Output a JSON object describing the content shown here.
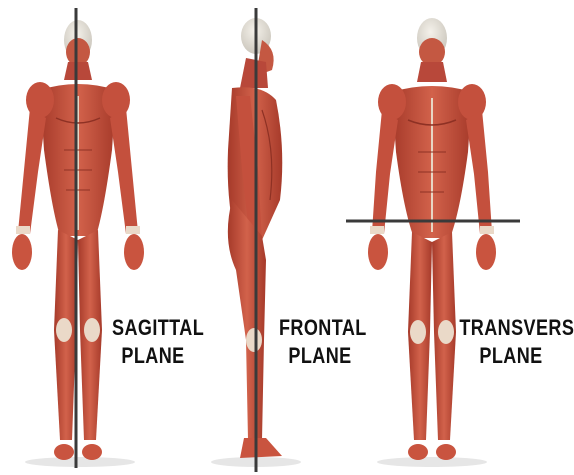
{
  "labels": {
    "sagittal": {
      "line1": "SAGITTAL",
      "line2": "PLANE"
    },
    "frontal": {
      "line1": "FRONTAL",
      "line2": "PLANE"
    },
    "transverse": {
      "line1": "TRANSVERSE",
      "line2": "PLANE"
    }
  },
  "colors": {
    "muscle": "#c9543f",
    "muscle_dark": "#a63a2a",
    "tendon": "#ead9c8",
    "skull": "#e6e2da",
    "plane_line": "#3a3a3a",
    "label_text": "#111111",
    "background": "#ffffff"
  }
}
